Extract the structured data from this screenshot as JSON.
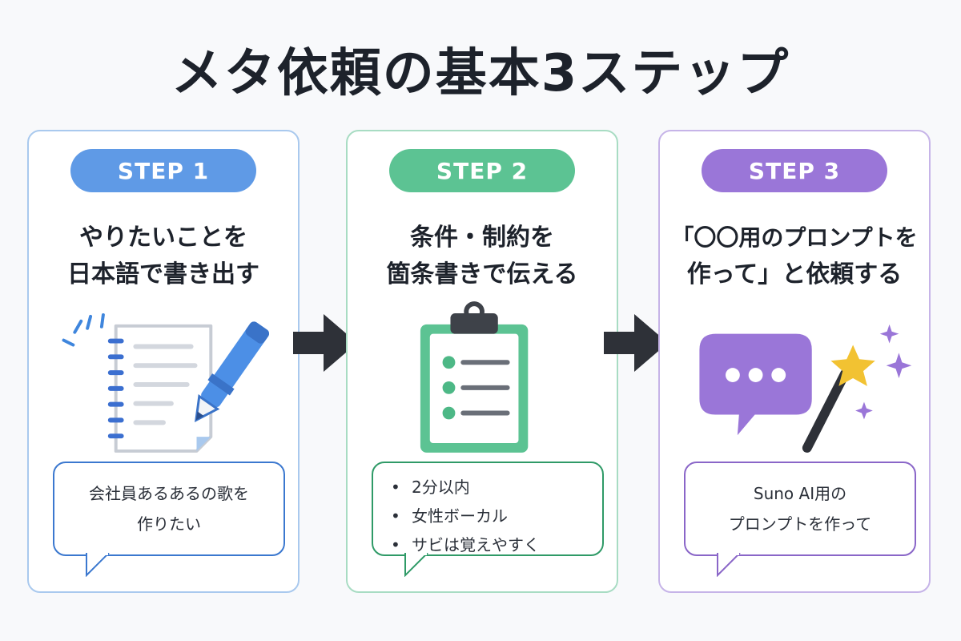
{
  "title": "メタ依頼の基本3ステップ",
  "colors": {
    "step1_accent": "#5f9ae6",
    "step1_border": "#a9c9ee",
    "step1_bubble": "#3b78cf",
    "step2_accent": "#5cc393",
    "step2_border": "#a8dcc3",
    "step2_bubble": "#2f9a67",
    "step3_accent": "#9a76d8",
    "step3_border": "#c6b4e8",
    "step3_bubble": "#8a66c8",
    "arrow": "#2e3138"
  },
  "steps": [
    {
      "badge": "STEP 1",
      "heading_lines": [
        "やりたいことを",
        "日本語で書き出す"
      ],
      "icon": "notebook-pen-icon",
      "bubble_lines": [
        "会社員あるあるの歌を",
        "作りたい"
      ]
    },
    {
      "badge": "STEP 2",
      "heading_lines": [
        "条件・制約を",
        "箇条書きで伝える"
      ],
      "icon": "clipboard-checklist-icon",
      "bubble_items": [
        "2分以内",
        "女性ボーカル",
        "サビは覚えやすく"
      ]
    },
    {
      "badge": "STEP 3",
      "heading_lines": [
        "「〇〇用のプロンプトを",
        "作って」と依頼する"
      ],
      "icon": "chat-bubble-magic-wand-icon",
      "bubble_lines": [
        "Suno AI用の",
        "プロンプトを作って"
      ]
    }
  ]
}
